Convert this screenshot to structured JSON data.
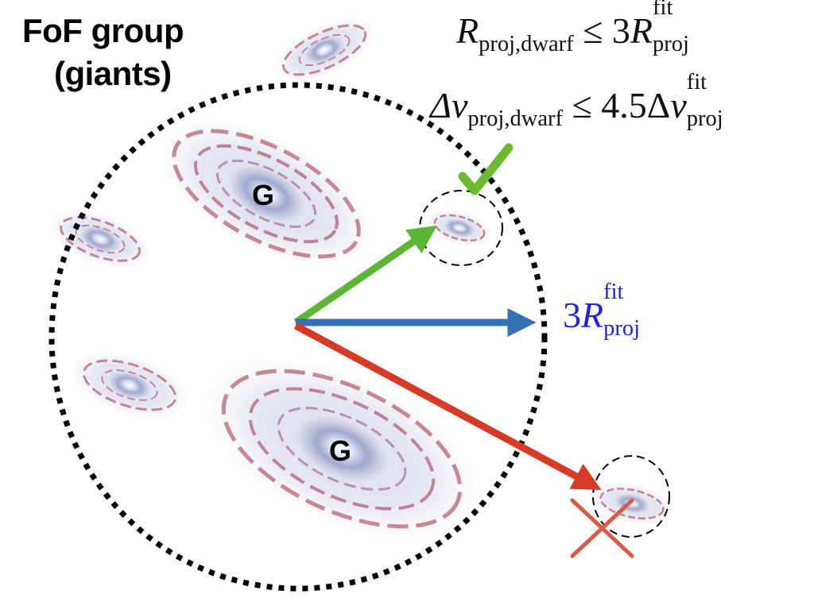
{
  "title": {
    "line1": "FoF group",
    "line2": "(giants)"
  },
  "conditions": {
    "radius": {
      "var": "R",
      "sub": "proj,dwarf",
      "op": "≤ 3",
      "rhs": "R",
      "rhs_sup": "fit",
      "rhs_sub": "proj"
    },
    "velocity": {
      "var": "Δv",
      "sub": "proj,dwarf",
      "op": "≤ 4.5Δ",
      "rhs": "v",
      "rhs_sup": "fit",
      "rhs_sub": "proj"
    }
  },
  "radius_label": {
    "coef": "3",
    "var": "R",
    "sup": "fit",
    "sub": "proj"
  },
  "giant_marker": "G",
  "arrows": {
    "accepted": {
      "color": "#5db535",
      "status": "accepted-checkmark"
    },
    "threshold": {
      "color": "#3470b8"
    },
    "rejected": {
      "color": "#d73a27",
      "status": "rejected-cross"
    }
  },
  "colors": {
    "check": "#6cbb2f",
    "cross": "#d95a45",
    "group_circle": "#000000",
    "label_blue": "#1f24d6"
  },
  "icons": [
    "checkmark-icon",
    "cross-icon",
    "galaxy-icon"
  ]
}
